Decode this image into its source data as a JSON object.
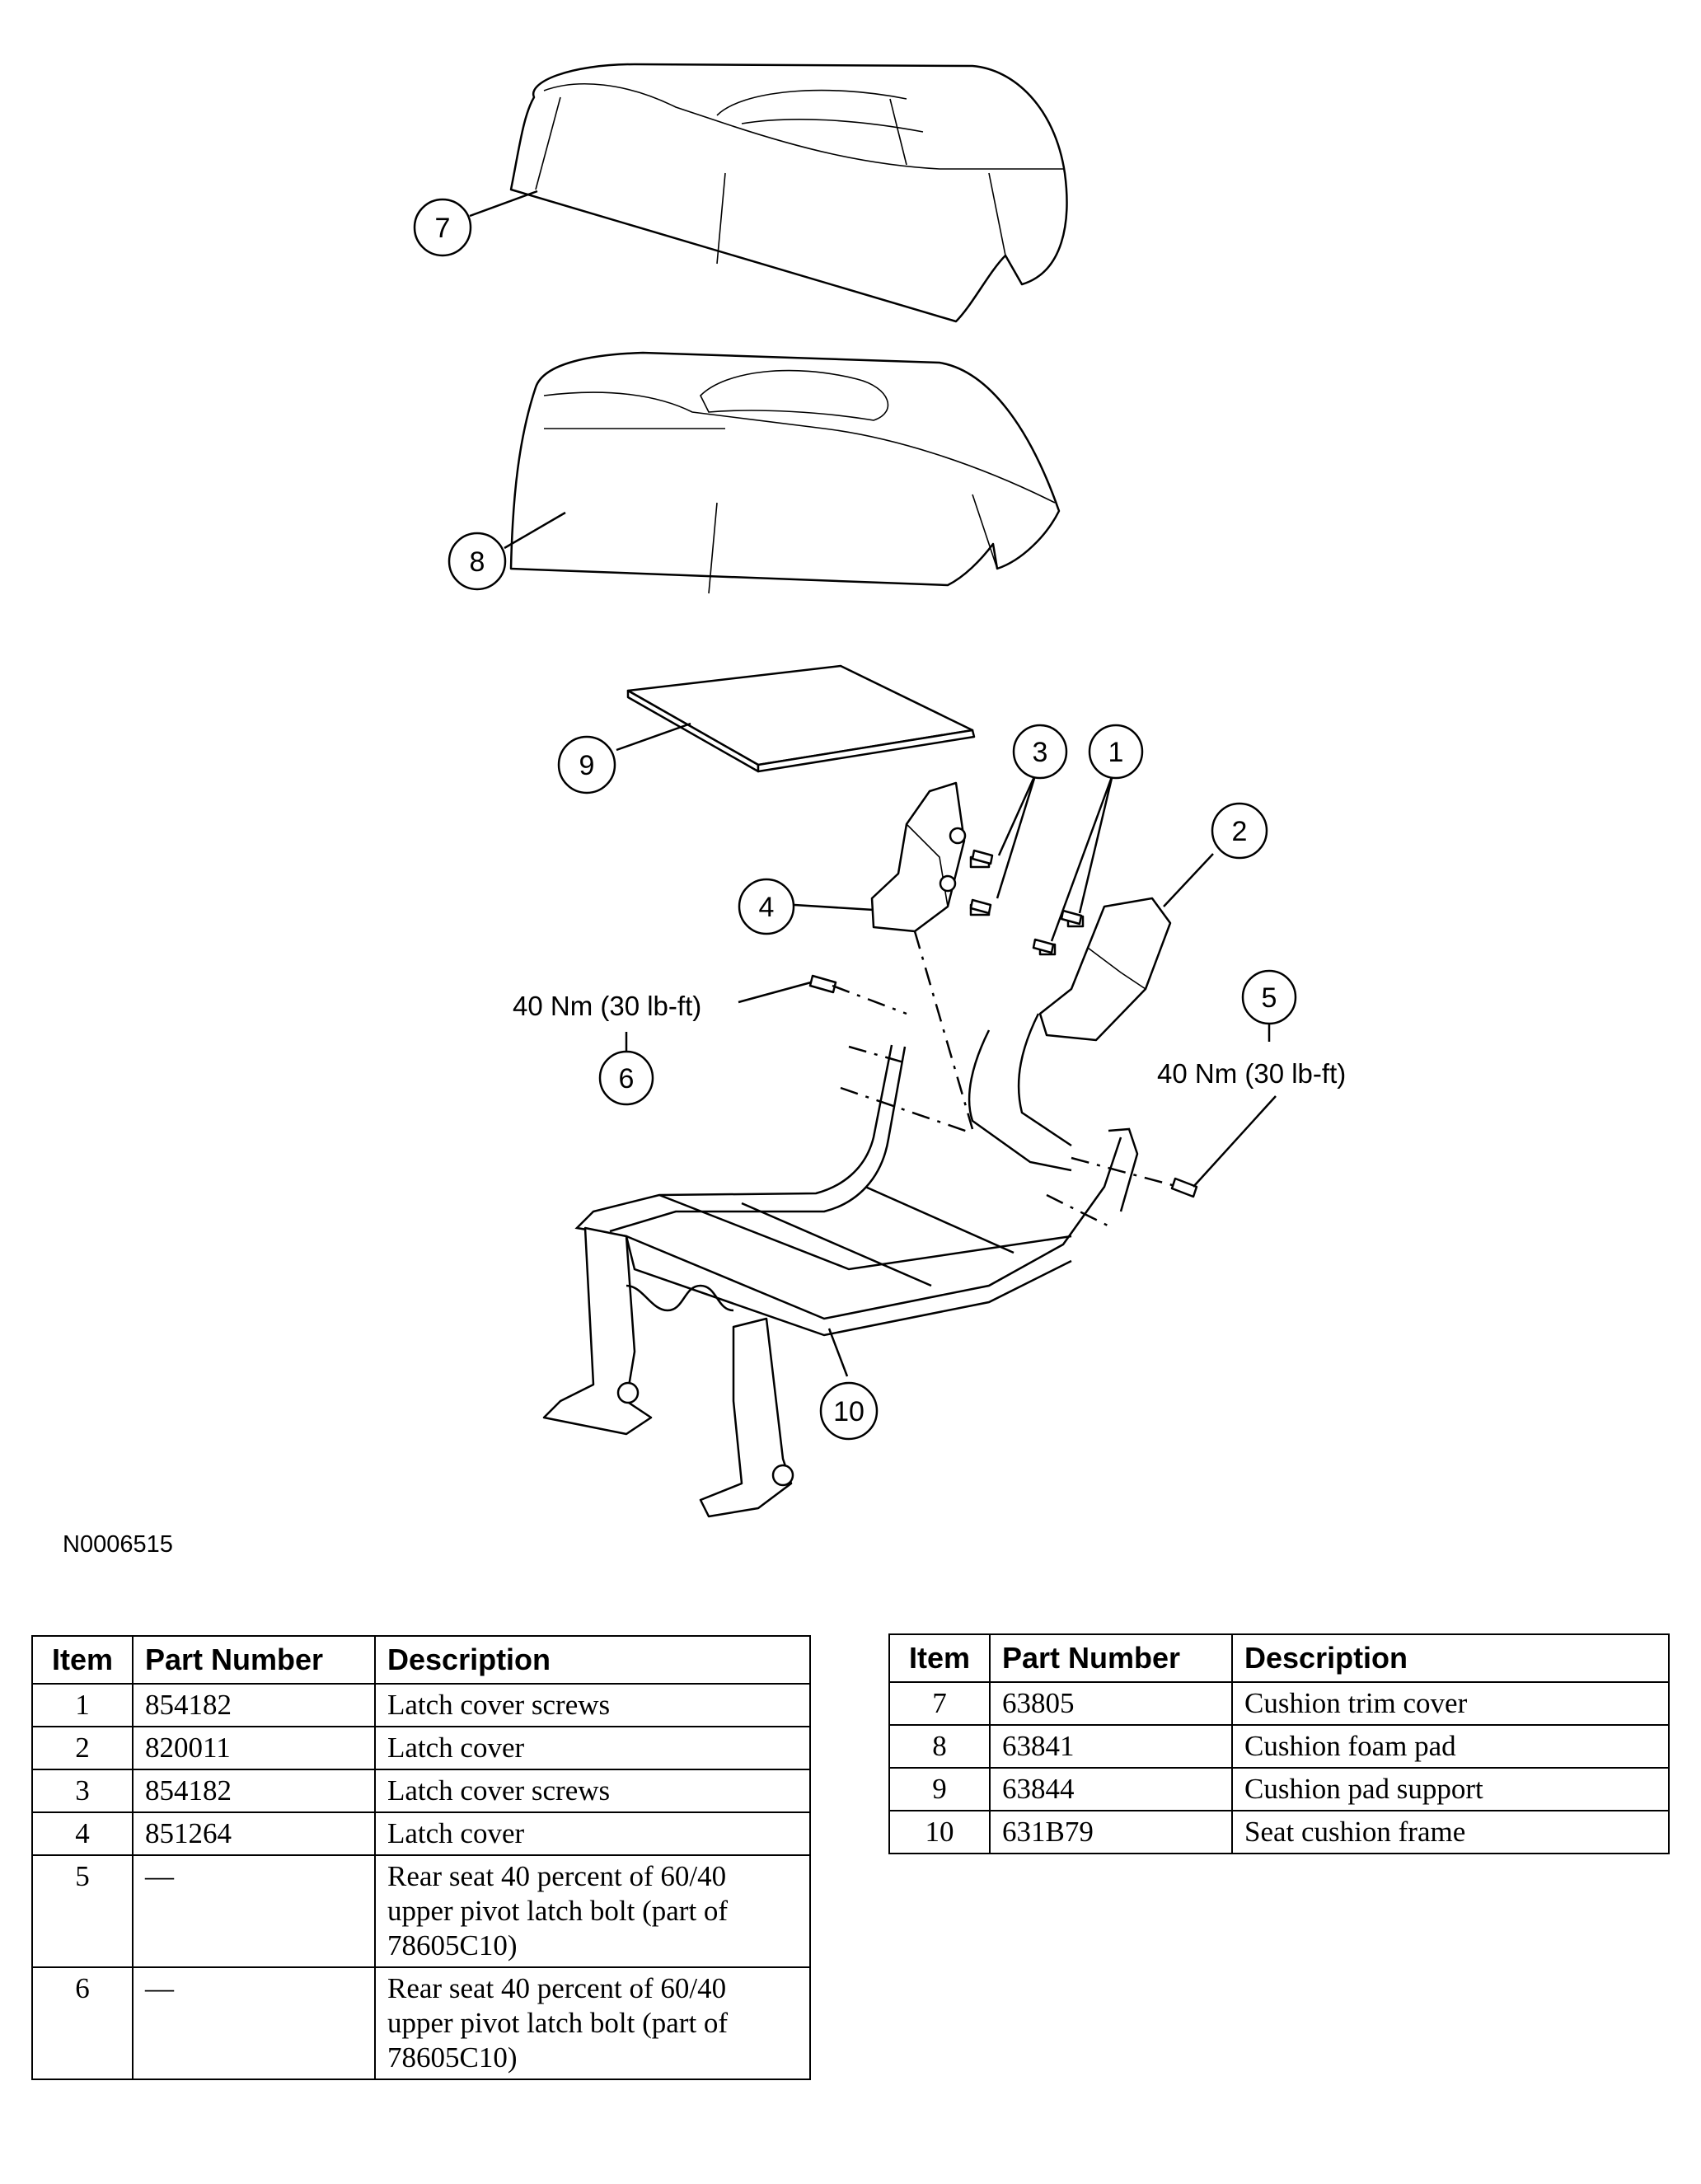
{
  "figure_id": "N0006515",
  "callouts": [
    "1",
    "2",
    "3",
    "4",
    "5",
    "6",
    "7",
    "8",
    "9",
    "10"
  ],
  "torque_labels": {
    "bolt_5": "40 Nm (30 lb-ft)",
    "bolt_6": "40 Nm (30 lb-ft)"
  },
  "tables": {
    "headers": [
      "Item",
      "Part Number",
      "Description"
    ],
    "left": [
      {
        "item": "1",
        "part": "854182",
        "desc": "Latch cover screws"
      },
      {
        "item": "2",
        "part": "820011",
        "desc": "Latch cover"
      },
      {
        "item": "3",
        "part": "854182",
        "desc": "Latch cover screws"
      },
      {
        "item": "4",
        "part": "851264",
        "desc": "Latch cover"
      },
      {
        "item": "5",
        "part": "—",
        "desc": "Rear seat 40 percent of 60/40 upper pivot latch bolt (part of 78605C10)"
      },
      {
        "item": "6",
        "part": "—",
        "desc": "Rear seat 40 percent of 60/40 upper pivot latch bolt (part of 78605C10)"
      }
    ],
    "right": [
      {
        "item": "7",
        "part": "63805",
        "desc": "Cushion trim cover"
      },
      {
        "item": "8",
        "part": "63841",
        "desc": "Cushion foam pad"
      },
      {
        "item": "9",
        "part": "63844",
        "desc": "Cushion pad support"
      },
      {
        "item": "10",
        "part": "631B79",
        "desc": "Seat cushion frame"
      }
    ]
  }
}
